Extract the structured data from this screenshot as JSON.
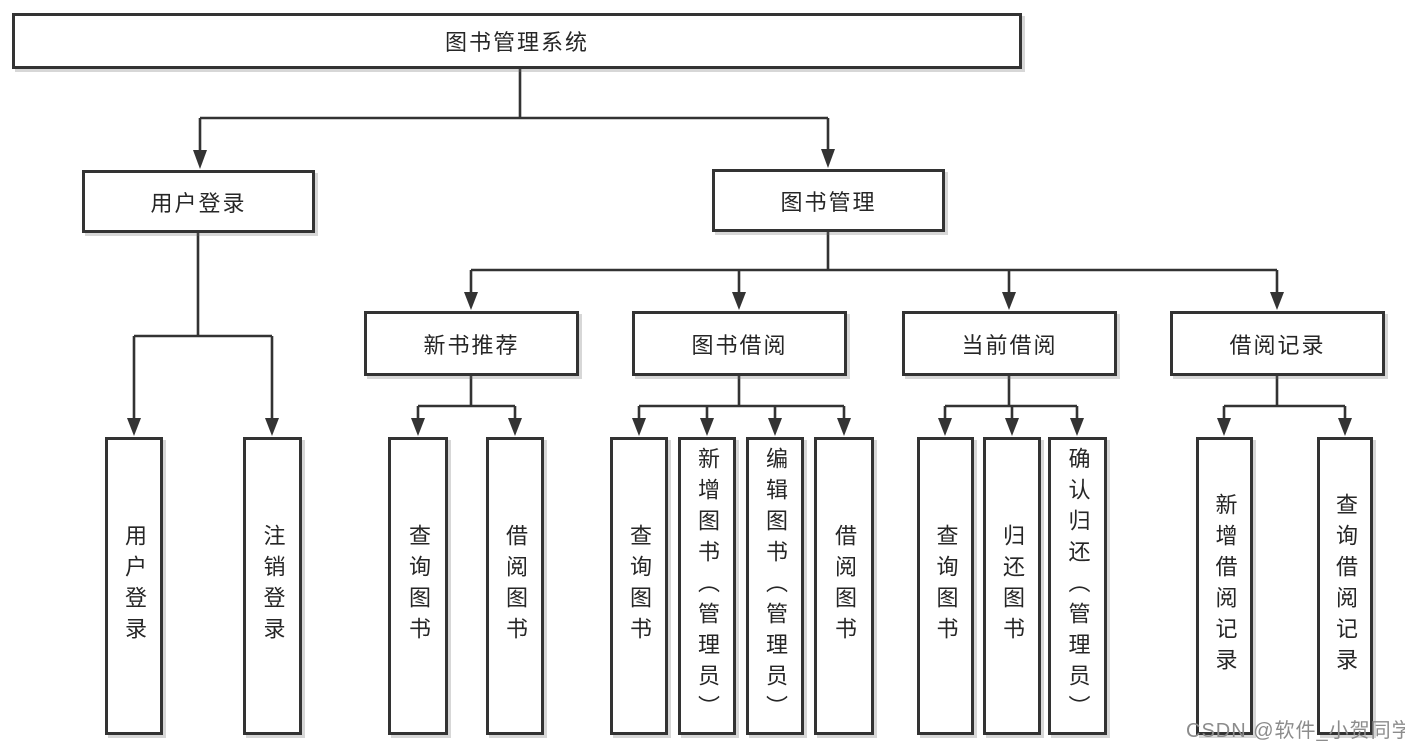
{
  "colors": {
    "background": "#ffffff",
    "connector": "#333333",
    "node_border": "#333333",
    "node_fill": "#ffffff",
    "node_text": "#262626",
    "watermark": "#8c8c8c"
  },
  "watermark": {
    "text": "CSDN @软件_小贺同学"
  },
  "tree": {
    "root": {
      "label": "图书管理系统"
    },
    "branches": [
      {
        "label": "用户登录",
        "children": [
          {
            "label": "用户登录"
          },
          {
            "label": "注销登录"
          }
        ]
      },
      {
        "label": "图书管理",
        "children": [
          {
            "label": "新书推荐",
            "children": [
              {
                "label": "查询图书"
              },
              {
                "label": "借阅图书"
              }
            ]
          },
          {
            "label": "图书借阅",
            "children": [
              {
                "label": "查询图书"
              },
              {
                "label": "新增图书（管理员）"
              },
              {
                "label": "编辑图书（管理员）"
              },
              {
                "label": "借阅图书"
              }
            ]
          },
          {
            "label": "当前借阅",
            "children": [
              {
                "label": "查询图书"
              },
              {
                "label": "归还图书"
              },
              {
                "label": "确认归还（管理员）"
              }
            ]
          },
          {
            "label": "借阅记录",
            "children": [
              {
                "label": "新增借阅记录"
              },
              {
                "label": "查询借阅记录"
              }
            ]
          }
        ]
      }
    ]
  }
}
